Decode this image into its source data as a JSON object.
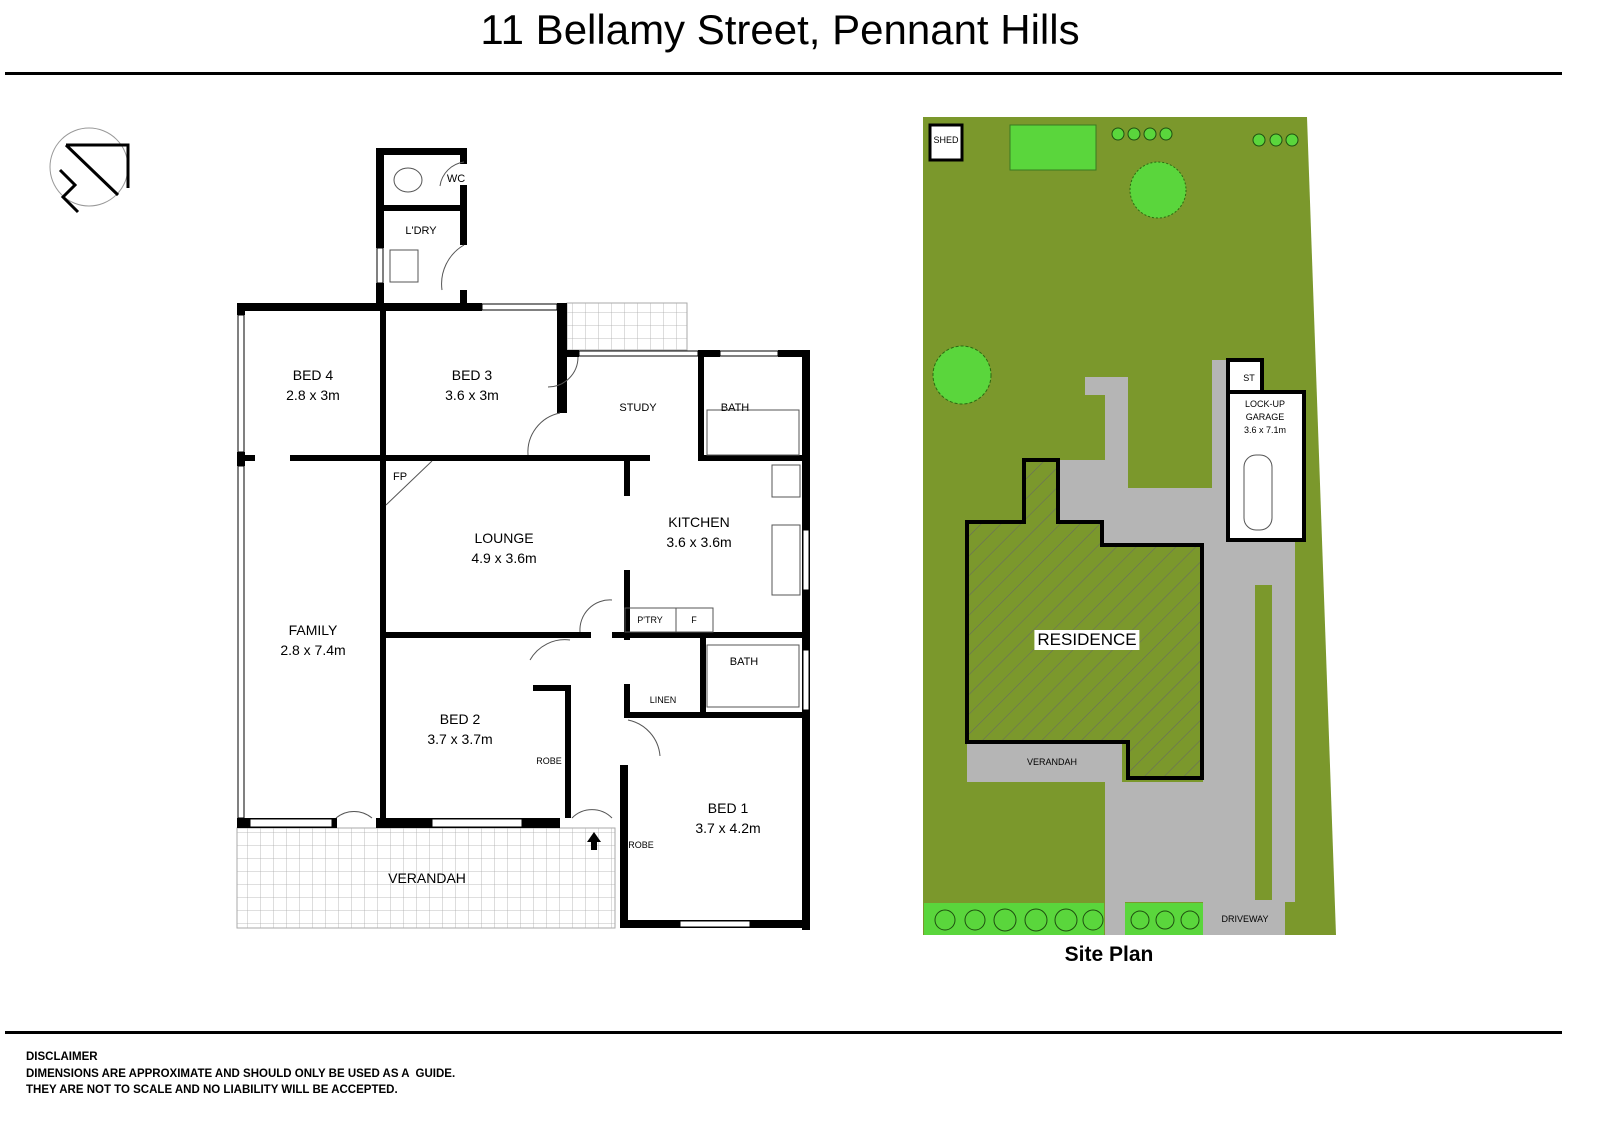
{
  "title": "11 Bellamy Street, Pennant Hills",
  "floor_plan": {
    "rooms": {
      "wc": "WC",
      "laundry": "L'DRY",
      "bed4": {
        "name": "BED 4",
        "size": "2.8 x 3m"
      },
      "bed3": {
        "name": "BED 3",
        "size": "3.6 x 3m"
      },
      "study": "STUDY",
      "bath_upper": "BATH",
      "fireplace": "FP",
      "lounge": {
        "name": "LOUNGE",
        "size": "4.9 x 3.6m"
      },
      "kitchen": {
        "name": "KITCHEN",
        "size": "3.6 x 3.6m"
      },
      "pantry": "P'TRY",
      "fridge": "F",
      "family": {
        "name": "FAMILY",
        "size": "2.8 x 7.4m"
      },
      "bath_lower": "BATH",
      "linen": "LINEN",
      "bed2": {
        "name": "BED 2",
        "size": "3.7 x 3.7m"
      },
      "robe_bed2": "ROBE",
      "bed1": {
        "name": "BED 1",
        "size": "3.7 x 4.2m"
      },
      "robe_bed1": "ROBE",
      "verandah": "VERANDAH"
    },
    "north_arrow_icon": "north-arrow-icon"
  },
  "site_plan": {
    "title": "Site Plan",
    "shed": "SHED",
    "store": "ST",
    "garage": {
      "name": "LOCK-UP",
      "name2": "GARAGE",
      "size": "3.6 x 7.1m"
    },
    "residence": "RESIDENCE",
    "verandah": "VERANDAH",
    "driveway": "DRIVEWAY",
    "colors": {
      "lawn": "#7b982c",
      "garden": "#5ad63c",
      "paving": "#b5b5b5"
    }
  },
  "disclaimer": {
    "heading": "DISCLAIMER",
    "line1": "DIMENSIONS ARE APPROXIMATE AND SHOULD ONLY BE USED AS A  GUIDE.",
    "line2": "THEY ARE NOT TO SCALE AND NO LIABILITY WILL BE ACCEPTED."
  }
}
